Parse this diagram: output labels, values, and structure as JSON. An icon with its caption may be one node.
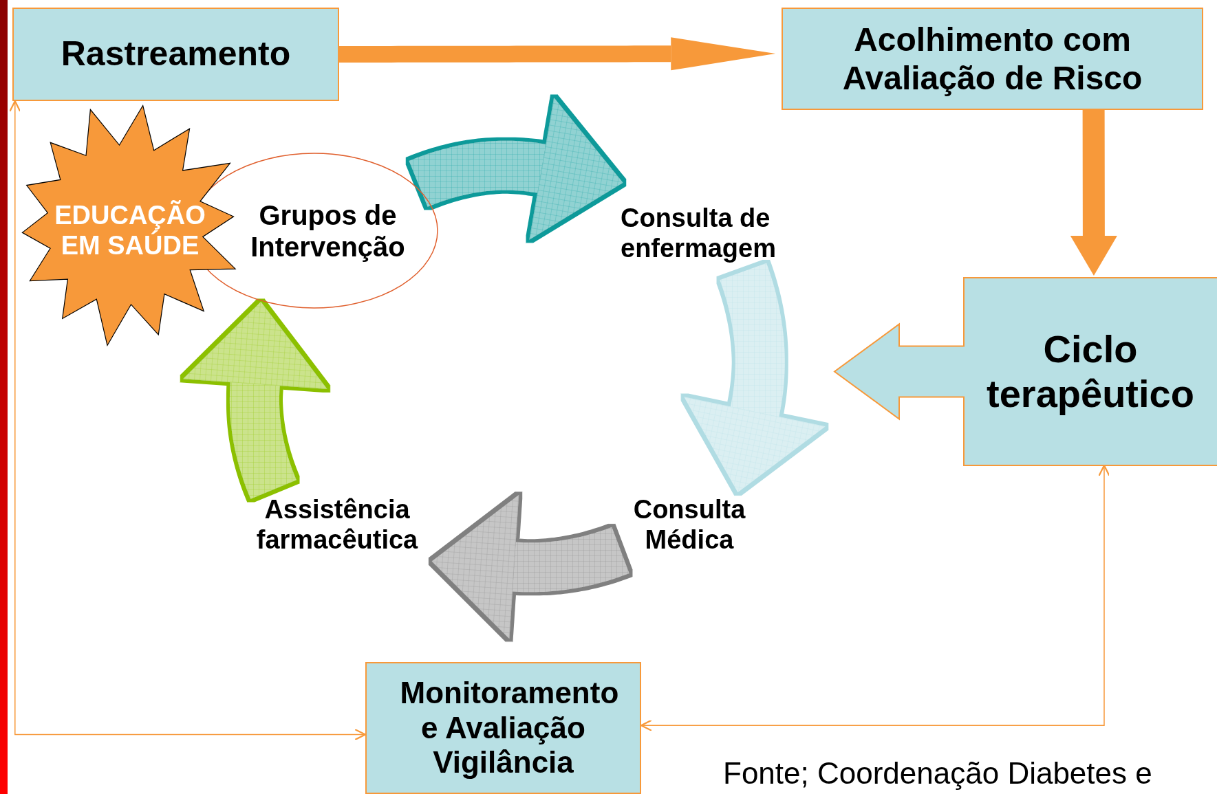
{
  "diagram": {
    "nodes": [
      {
        "text": [
          "Rastreamento"
        ]
      },
      {
        "text": [
          "Acolhimento com Avaliação de Risco"
        ]
      },
      {
        "text": [
          "Ciclo terapêutico"
        ]
      },
      {
        "text": [
          "Monitoramento e Avaliação Vigilância"
        ]
      },
      {
        "text": [
          "EDUCAÇÃO EM SAÚDE"
        ]
      },
      {
        "text": [
          "Grupos de Intervenção"
        ]
      },
      {
        "text": [
          "Consulta de enfermagem"
        ]
      },
      {
        "text": [
          "Consulta Médica"
        ]
      },
      {
        "text": [
          "Assistência farmacêutica"
        ]
      }
    ],
    "edges": [
      {
        "from": 0,
        "to": 1,
        "arrow": "to",
        "style": "thick"
      },
      {
        "from": 1,
        "to": 2,
        "arrow": "to",
        "style": "thick"
      },
      {
        "from": 5,
        "to": 6,
        "arrow": "to",
        "style": "thick",
        "color": "#0a9a9a"
      },
      {
        "from": 6,
        "to": 7,
        "arrow": "to",
        "style": "thick",
        "color": "#b0dce3"
      },
      {
        "from": 7,
        "to": 8,
        "arrow": "to",
        "style": "thick",
        "color": "#808080"
      },
      {
        "from": 8,
        "to": 5,
        "arrow": "to",
        "style": "thick",
        "color": "#8cc000"
      },
      {
        "from": 0,
        "to": 3,
        "arrow": "both"
      },
      {
        "from": 3,
        "to": 2,
        "arrow": "both"
      }
    ],
    "labels": [
      "Fonte; Coordenação Diabetes e"
    ]
  }
}
